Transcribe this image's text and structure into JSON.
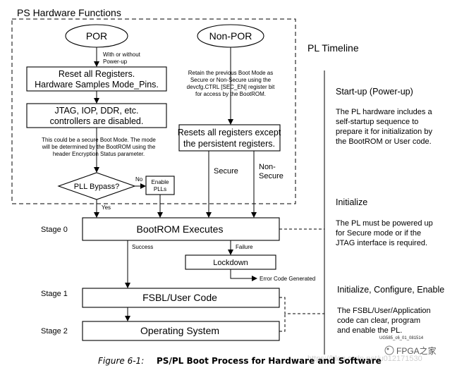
{
  "ps_region": {
    "title": "PS Hardware Functions",
    "por": "POR",
    "non_por": "Non-POR",
    "with_without_1": "With or without",
    "with_without_2": "Power-up",
    "reset_all_1": "Reset all Registers.",
    "reset_all_2": "Hardware Samples Mode_Pins.",
    "jtag_1": "JTAG, IOP, DDR, etc.",
    "jtag_2": "controllers are disabled.",
    "secure_note_1": "This could be a secure Boot Mode. The mode",
    "secure_note_2": "will be determined by the BootROM using the",
    "secure_note_3": "header Encryption Status parameter.",
    "retain_1": "Retain the previous Boot Mode as",
    "retain_2": "Secure or Non-Secure using the",
    "retain_3": "devcfg.CTRL [SEC_EN] register bit",
    "retain_4": "for access by the BootROM.",
    "resets_except_1": "Resets all registers except",
    "resets_except_2": "the persistent registers.",
    "pll_bypass": "PLL Bypass?",
    "no": "No",
    "yes": "Yes",
    "enable_plls_1": "Enable",
    "enable_plls_2": "PLLs",
    "secure": "Secure",
    "non_secure_1": "Non-",
    "non_secure_2": "Secure"
  },
  "stages": {
    "stage0": "Stage 0",
    "stage1": "Stage 1",
    "stage2": "Stage 2",
    "bootrom": "BootROM Executes",
    "success": "Success",
    "failure": "Failure",
    "lockdown": "Lockdown",
    "error_code": "Error Code Generated",
    "fsbl": "FSBL/User Code",
    "os": "Operating System"
  },
  "pl_timeline": {
    "title": "PL Timeline",
    "startup_heading": "Start-up (Power-up)",
    "startup_text": [
      "The PL hardware includes a",
      "self-startup sequence to",
      "prepare it for initialization by",
      "the BootROM or User code."
    ],
    "initialize_heading": "Initialize",
    "initialize_text": [
      "The PL must be powered up",
      "for Secure mode or if the",
      "JTAG interface is required."
    ],
    "icfe_heading": "Initialize, Configure, Enable",
    "icfe_text": [
      "The FSBL/User/Application",
      "code can clear, program",
      "and enable the PL."
    ]
  },
  "figure_ref": "UG585_c6_01_081514",
  "caption": {
    "label": "Figure 6-1:",
    "title": "PS/PL Boot Process for Hardware and Software"
  },
  "watermark": {
    "brand": "FPGA之家",
    "faint": "https://blog.csdn.net/u012171530"
  }
}
